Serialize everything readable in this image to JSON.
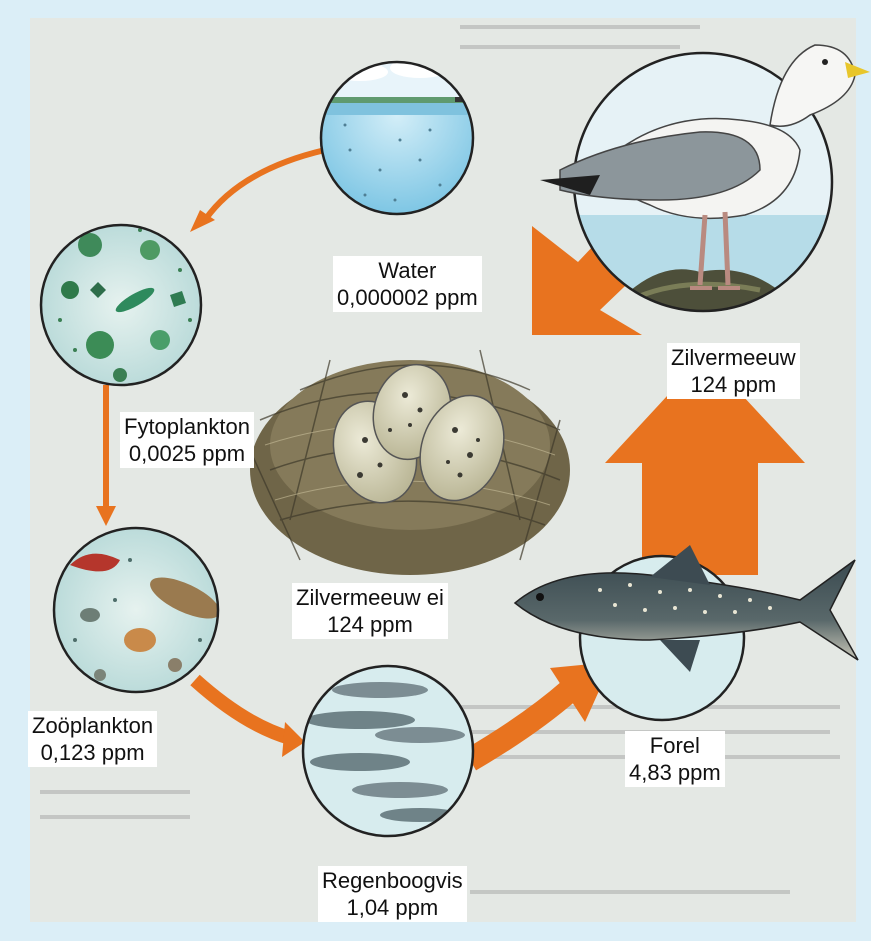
{
  "nodes": [
    {
      "id": "water",
      "name": "Water",
      "value": "0,000002 ppm"
    },
    {
      "id": "fytoplankton",
      "name": "Fytoplankton",
      "value": "0,0025 ppm"
    },
    {
      "id": "zooplankton",
      "name": "Zoöplankton",
      "value": "0,123 ppm"
    },
    {
      "id": "regenboogvis",
      "name": "Regenboogvis",
      "value": "1,04 ppm"
    },
    {
      "id": "forel",
      "name": "Forel",
      "value": "4,83 ppm"
    },
    {
      "id": "zilvermeeuw",
      "name": "Zilvermeeuw",
      "value": "124 ppm"
    },
    {
      "id": "ei",
      "name": "Zilvermeeuw ei",
      "value": "124 ppm"
    }
  ],
  "flow_order": [
    "Water",
    "Fytoplankton",
    "Zoöplankton",
    "Regenboogvis",
    "Forel",
    "Zilvermeeuw",
    "Zilvermeeuw ei"
  ],
  "colors": {
    "arrow": "#e8731f",
    "page_bg": "#dbeef7",
    "circle_water": "#a9d8ea",
    "circle_plankton": "#cfe6e2",
    "nest": "#7d7356"
  }
}
